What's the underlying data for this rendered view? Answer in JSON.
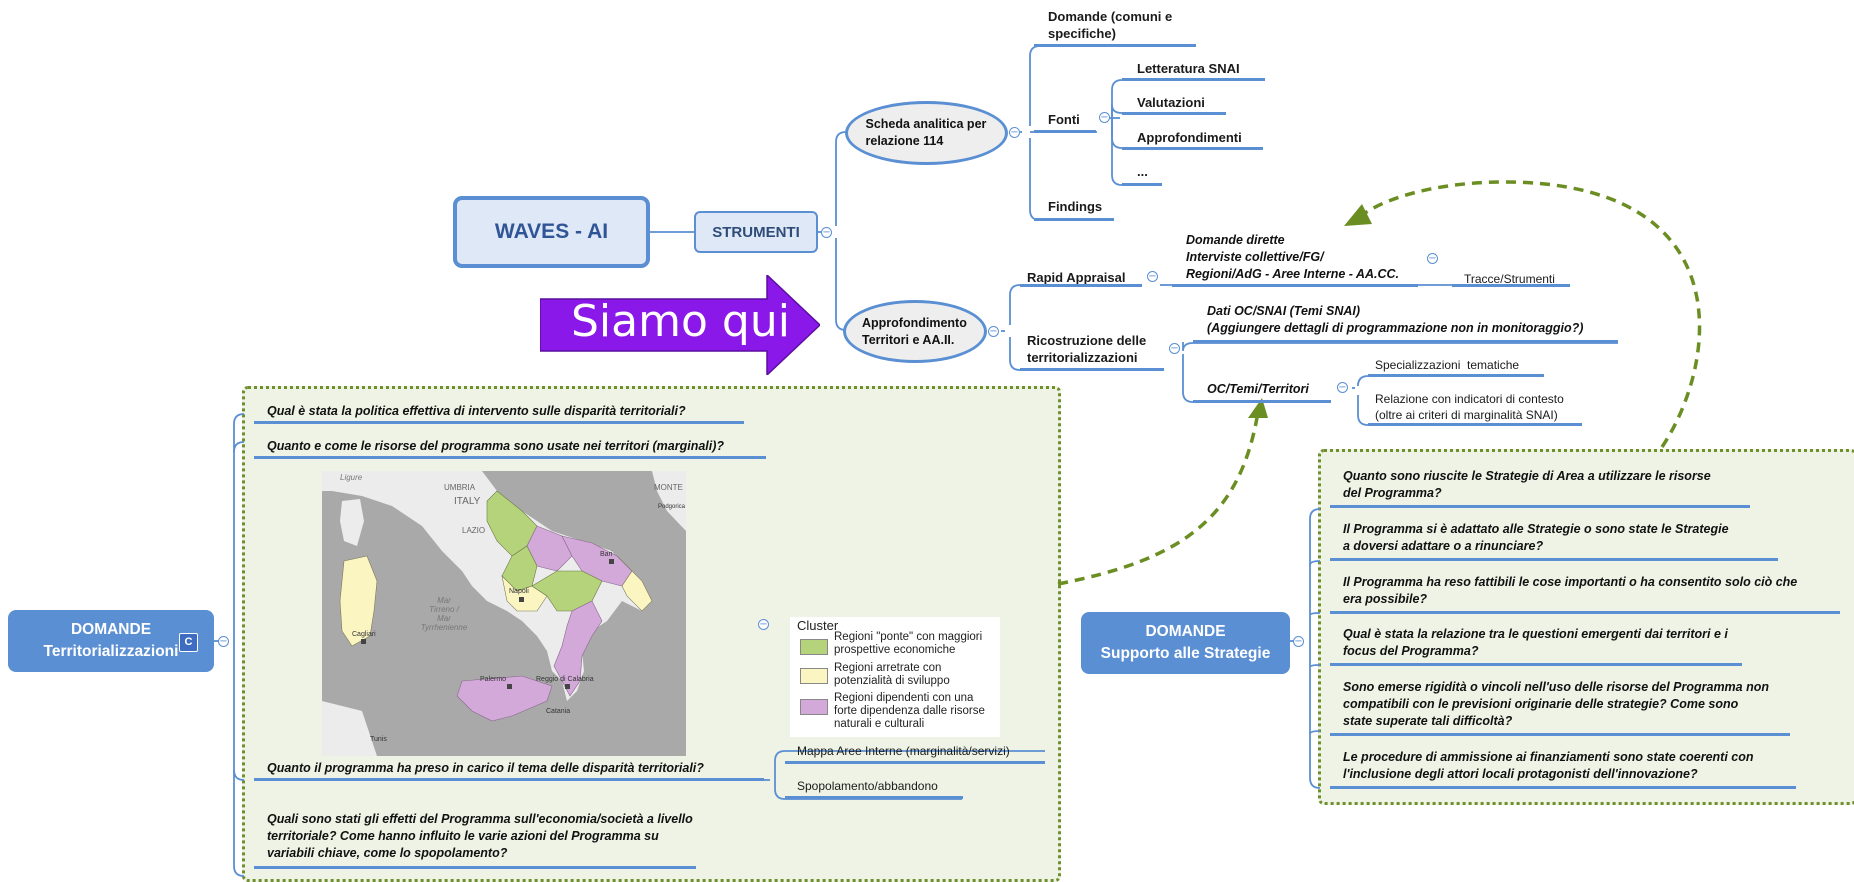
{
  "root": {
    "title": "WAVES - AI"
  },
  "strumenti": {
    "label": "STRUMENTI"
  },
  "scheda": {
    "label": "Scheda analitica per relazione 114",
    "domande_comuni": "Domande (comuni e specifiche)",
    "fonti": {
      "label": "Fonti",
      "items": [
        "Letteratura SNAI",
        "Valutazioni",
        "Approfondimenti",
        "..."
      ]
    },
    "findings": "Findings"
  },
  "approfondimento": {
    "label": "Approfondimento Territori e AA.II.",
    "rapid_appraisal": {
      "label": "Rapid Appraisal",
      "domande_dirette": "Domande dirette\nInterviste collettive/FG/\nRegioni/AdG - Aree Interne - AA.CC.",
      "tracce": "Tracce/Strumenti"
    },
    "ricostruzione": {
      "label": "Ricostruzione delle territorializzazioni",
      "dati_oc": "Dati OC/SNAI (Temi SNAI)\n(Aggiungere dettagli di programmazione non in monitoraggio?)",
      "oc_temi": {
        "label": "OC/Temi/Territori",
        "items": [
          "Specializzazioni  tematiche",
          "Relazione con indicatori di contesto\n(oltre ai criteri di marginalità SNAI)"
        ]
      }
    }
  },
  "siamo_qui": "Siamo qui",
  "domande_territorializzazioni": {
    "line1": "DOMANDE",
    "line2": "Territorializzazioni",
    "badge": "C",
    "questions": [
      "Qual è stata la politica effettiva di intervento sulle disparità territoriali?",
      "Quanto e come le risorse del programma sono usate nei territori (marginali)?",
      "Quanto il programma ha preso in carico il tema delle disparità territoriali?",
      "Quali sono stati gli effetti del Programma sull'economia/società a livello territoriale? Come hanno influito le varie azioni del Programma su variabili chiave, come lo spopolamento?"
    ],
    "subitems": [
      "Mappa Aree Interne (marginalità/servizi)",
      "Spopolamento/abbandono"
    ]
  },
  "map": {
    "labels": {
      "ligure": "Ligure",
      "umbria": "UMBRIA",
      "italy": "ITALY",
      "lazio": "LAZIO",
      "napoli": "Napoli",
      "bari": "Bari",
      "mar_tirreno": "Mar\nTirreno /\nMar\nTyrrhenienne",
      "cagliari": "Cagliari",
      "palermo": "Palermo",
      "reggio": "Reggio di Calabria",
      "catania": "Catania",
      "tunis": "Tunis",
      "monte": "MONTE",
      "podgorica": "Podgorica"
    },
    "legend": {
      "title": "Cluster",
      "items": [
        {
          "label": "Regioni \"ponte\" con maggiori prospettive economiche",
          "color": "#b5d37a"
        },
        {
          "label": "Regioni arretrate con potenzialità di sviluppo",
          "color": "#fbf5c2"
        },
        {
          "label": "Regioni dipendenti con una forte dipendenza dalle risorse naturali e culturali",
          "color": "#d2a9d8"
        }
      ]
    }
  },
  "domande_supporto": {
    "line1": "DOMANDE",
    "line2": "Supporto alle Strategie",
    "questions": [
      "Quanto sono riuscite le Strategie di Area a utilizzare le risorse\ndel Programma?",
      "Il Programma si è adattato alle Strategie o sono state le Strategie\na doversi adattare o a rinunciare?",
      "Il Programma ha reso fattibili le cose importanti o ha consentito solo ciò che\nera possibile?",
      "Qual è stata la relazione tra le questioni emergenti dai territori e i\nfocus del Programma?",
      "Sono emerse rigidità o vincoli nell'uso delle risorse del Programma non\ncompatibili con le previsioni originarie delle strategie? Come sono\nstate superate tali difficoltà?",
      "Le procedure di ammissione ai finanziamenti sono state coerenti con\nl'inclusione degli attori locali protagonisti dell'innovazione?"
    ]
  },
  "colors": {
    "connector": "#5b8fd3",
    "region_border": "#6f8f2c",
    "region_fill": "#eef3e6",
    "arrow_purple": "#8a18e8",
    "dashed_arrow": "#6b8e23"
  }
}
